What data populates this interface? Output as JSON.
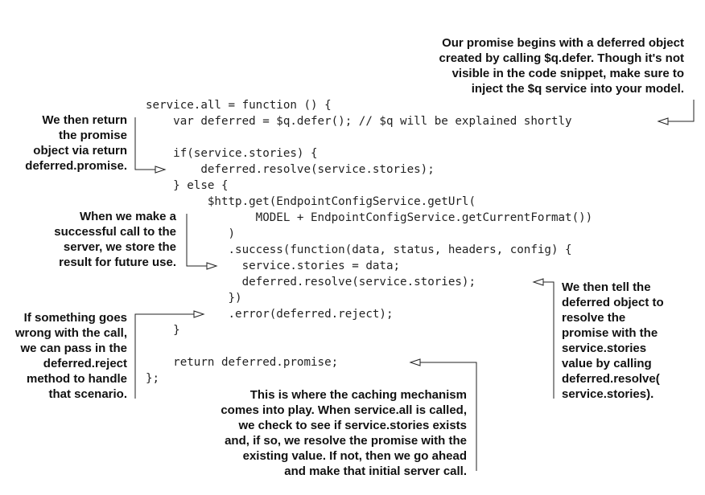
{
  "code_lines": [
    "service.all = function () {",
    "    var deferred = $q.defer(); // $q will be explained shortly",
    "",
    "    if(service.stories) {",
    "        deferred.resolve(service.stories);",
    "    } else {",
    "         $http.get(EndpointConfigService.getUrl(",
    "                MODEL + EndpointConfigService.getCurrentFormat())",
    "            )",
    "            .success(function(data, status, headers, config) {",
    "              service.stories = data;",
    "              deferred.resolve(service.stories);",
    "            })",
    "            .error(deferred.reject);",
    "    }",
    "",
    "    return deferred.promise;",
    "};"
  ],
  "annotations": {
    "defer": "Our promise begins with a deferred object\ncreated by calling $q.defer. Though it's not\nvisible in the code snippet, make sure to\ninject the $q service into your model.",
    "return_promise": "We then return\nthe promise\nobject via return\ndeferred.promise.",
    "success_store": "When we make a\nsuccessful call to the\nserver, we store the\nresult for future use.",
    "resolve_stories": "We then tell the\ndeferred object to\nresolve the\npromise with the\nservice.stories\nvalue by calling\ndeferred.resolve(\nservice.stories).",
    "error_reject": "If something goes\nwrong with the call,\nwe can pass in the\ndeferred.reject\nmethod to handle\nthat scenario.",
    "caching": "This is where the caching mechanism\ncomes into play. When service.all is called,\nwe check to see if service.stories exists\nand, if so, we resolve the promise with the\nexisting value. If not, then we go ahead\nand make that initial server call."
  }
}
